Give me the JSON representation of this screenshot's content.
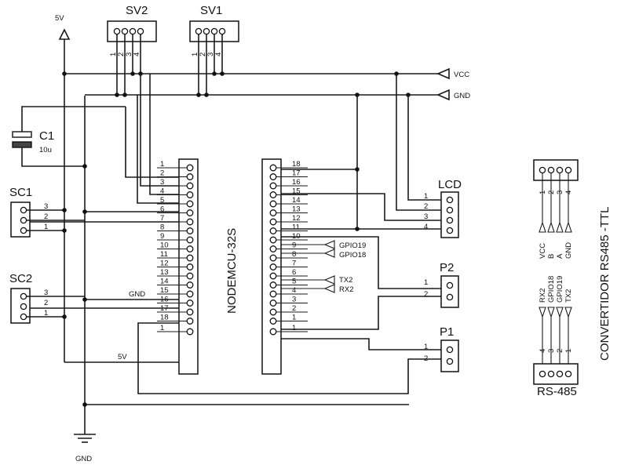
{
  "power": {
    "vplus": "5V",
    "ground": "GND"
  },
  "connectors": {
    "sv2": "SV2",
    "sv1": "SV1",
    "sv_pins": [
      "1",
      "2",
      "3",
      "4"
    ],
    "sc1": "SC1",
    "sc2": "SC2",
    "sc_pins": [
      "3",
      "2",
      "1"
    ],
    "lcd": "LCD",
    "lcd_pins": [
      "1",
      "2",
      "3",
      "4"
    ],
    "p2": "P2",
    "p1": "P1",
    "p_pins": [
      "1",
      "2"
    ]
  },
  "capacitor": {
    "name": "C1",
    "value": "10u"
  },
  "rails": {
    "vcc": "VCC",
    "gnd": "GND"
  },
  "mcu": {
    "name": "NODEMCU-32S",
    "left_pins": [
      "1",
      "2",
      "3",
      "4",
      "5",
      "6",
      "7",
      "8",
      "9",
      "10",
      "11",
      "12",
      "13",
      "14",
      "15",
      "16",
      "17",
      "18",
      "1"
    ],
    "right_pins": [
      "18",
      "17",
      "16",
      "15",
      "14",
      "13",
      "12",
      "11",
      "10",
      "9",
      "8",
      "7",
      "6",
      "5",
      "4",
      "3",
      "2",
      "1",
      "1"
    ],
    "inline_gnd": "GND",
    "inline_5v": "5V"
  },
  "signals": {
    "gpio19": "GPIO19",
    "gpio18": "GPIO18",
    "tx2": "TX2",
    "rx2": "RX2"
  },
  "converter": {
    "title": "CONVERTIDOR RS485 -TTL",
    "top_pins": [
      "1",
      "2",
      "3",
      "4"
    ],
    "top_labels": [
      "VCC",
      "B",
      "A",
      "GND"
    ],
    "bottom_labels": [
      "RX2",
      "GPIO18",
      "GPIO19",
      "TX2"
    ],
    "bottom_pins": [
      "4",
      "3",
      "2",
      "1"
    ],
    "module": "RS-485"
  }
}
